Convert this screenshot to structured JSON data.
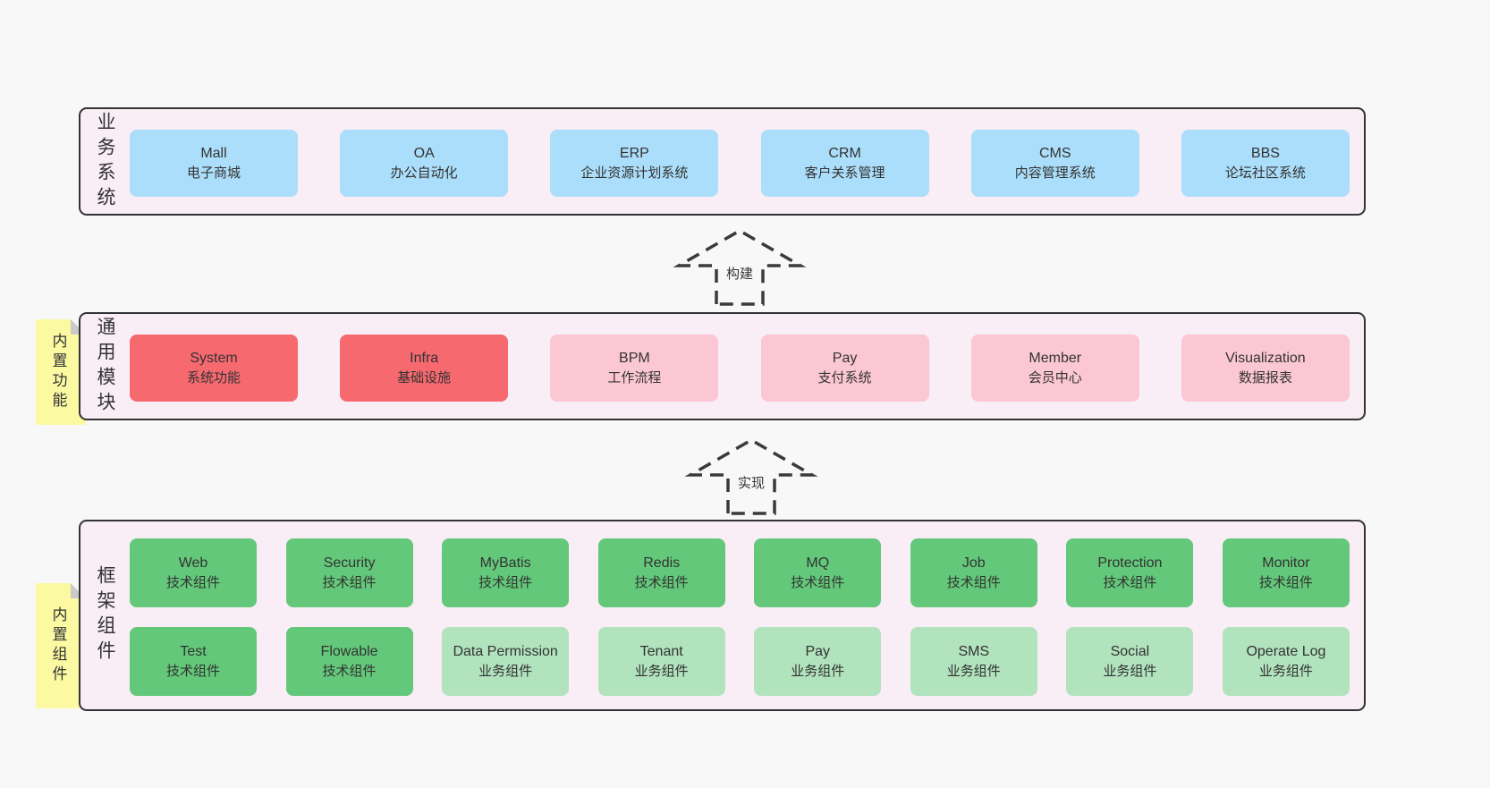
{
  "colors": {
    "page_bg": "#f8f8f8",
    "band_bg": "#f9edf6",
    "band_border": "#333333",
    "box_text": "#333333",
    "blue": "#abdefa",
    "red": "#f5696f",
    "pink": "#fbc7d2",
    "green": "#63c87a",
    "lightgreen": "#b1e3bd",
    "sticky_bg": "#fbf9a2",
    "sticky_fold": "#c9c9c9"
  },
  "arrows": [
    {
      "label": "构建"
    },
    {
      "label": "实现"
    }
  ],
  "sections": [
    {
      "id": "business-systems",
      "label": "业务系统",
      "sticky": null,
      "rows": [
        [
          {
            "en": "Mall",
            "zh": "电子商城",
            "variant": "blue"
          },
          {
            "en": "OA",
            "zh": "办公自动化",
            "variant": "blue"
          },
          {
            "en": "ERP",
            "zh": "企业资源计划系统",
            "variant": "blue"
          },
          {
            "en": "CRM",
            "zh": "客户关系管理",
            "variant": "blue"
          },
          {
            "en": "CMS",
            "zh": "内容管理系统",
            "variant": "blue"
          },
          {
            "en": "BBS",
            "zh": "论坛社区系统",
            "variant": "blue"
          }
        ]
      ]
    },
    {
      "id": "common-modules",
      "label": "通用模块",
      "sticky": "内置功能",
      "rows": [
        [
          {
            "en": "System",
            "zh": "系统功能",
            "variant": "red"
          },
          {
            "en": "Infra",
            "zh": "基础设施",
            "variant": "red"
          },
          {
            "en": "BPM",
            "zh": "工作流程",
            "variant": "pink"
          },
          {
            "en": "Pay",
            "zh": "支付系统",
            "variant": "pink"
          },
          {
            "en": "Member",
            "zh": "会员中心",
            "variant": "pink"
          },
          {
            "en": "Visualization",
            "zh": "数据报表",
            "variant": "pink"
          }
        ]
      ]
    },
    {
      "id": "framework-components",
      "label": "框架组件",
      "sticky": "内置组件",
      "rows": [
        [
          {
            "en": "Web",
            "zh": "技术组件",
            "variant": "green"
          },
          {
            "en": "Security",
            "zh": "技术组件",
            "variant": "green"
          },
          {
            "en": "MyBatis",
            "zh": "技术组件",
            "variant": "green"
          },
          {
            "en": "Redis",
            "zh": "技术组件",
            "variant": "green"
          },
          {
            "en": "MQ",
            "zh": "技术组件",
            "variant": "green"
          },
          {
            "en": "Job",
            "zh": "技术组件",
            "variant": "green"
          },
          {
            "en": "Protection",
            "zh": "技术组件",
            "variant": "green"
          },
          {
            "en": "Monitor",
            "zh": "技术组件",
            "variant": "green"
          }
        ],
        [
          {
            "en": "Test",
            "zh": "技术组件",
            "variant": "green"
          },
          {
            "en": "Flowable",
            "zh": "技术组件",
            "variant": "green"
          },
          {
            "en": "Data Permission",
            "zh": "业务组件",
            "variant": "lightgreen"
          },
          {
            "en": "Tenant",
            "zh": "业务组件",
            "variant": "lightgreen"
          },
          {
            "en": "Pay",
            "zh": "业务组件",
            "variant": "lightgreen"
          },
          {
            "en": "SMS",
            "zh": "业务组件",
            "variant": "lightgreen"
          },
          {
            "en": "Social",
            "zh": "业务组件",
            "variant": "lightgreen"
          },
          {
            "en": "Operate Log",
            "zh": "业务组件",
            "variant": "lightgreen"
          }
        ]
      ]
    }
  ]
}
